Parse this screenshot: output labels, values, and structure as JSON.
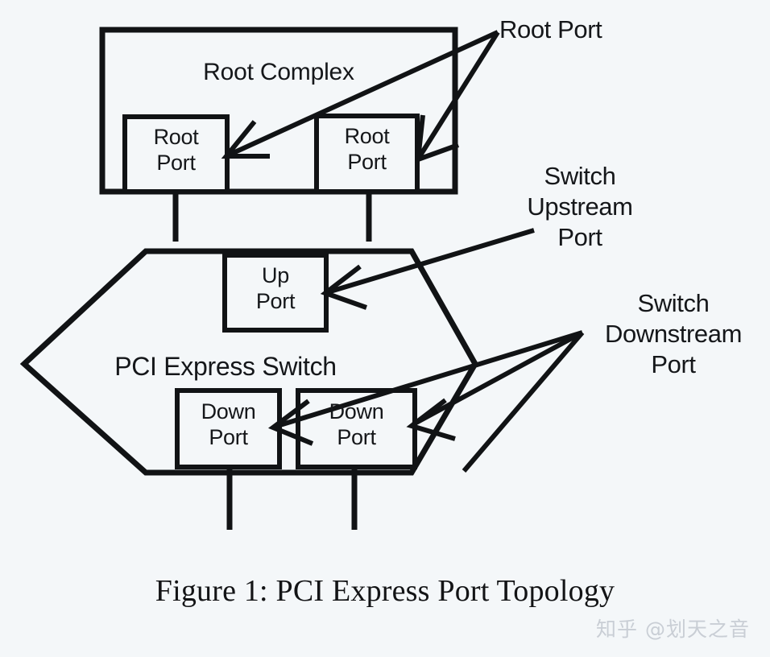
{
  "figure": {
    "caption": "Figure 1: PCI Express Port Topology",
    "watermark": "知乎 @划天之音",
    "background_color": "#f4f7f9",
    "stroke_color": "#111315",
    "text_color": "#15171a"
  },
  "root_complex": {
    "title": "Root Complex",
    "ports": [
      {
        "line1": "Root",
        "line2": "Port",
        "text": "Root\nPort"
      },
      {
        "line1": "Root",
        "line2": "Port",
        "text": "Root\nPort"
      }
    ]
  },
  "switch": {
    "title": "PCI Express Switch",
    "upstream_port": {
      "line1": "Up",
      "line2": "Port",
      "text": "Up\nPort"
    },
    "downstream_ports": [
      {
        "line1": "Down",
        "line2": "Port",
        "text": "Down\nPort"
      },
      {
        "line1": "Down",
        "line2": "Port",
        "text": "Down\nPort"
      }
    ]
  },
  "callouts": {
    "root_port": "Root Port",
    "switch_upstream_port": "Switch\nUpstream\nPort",
    "switch_downstream_port": "Switch\nDownstream\nPort"
  }
}
